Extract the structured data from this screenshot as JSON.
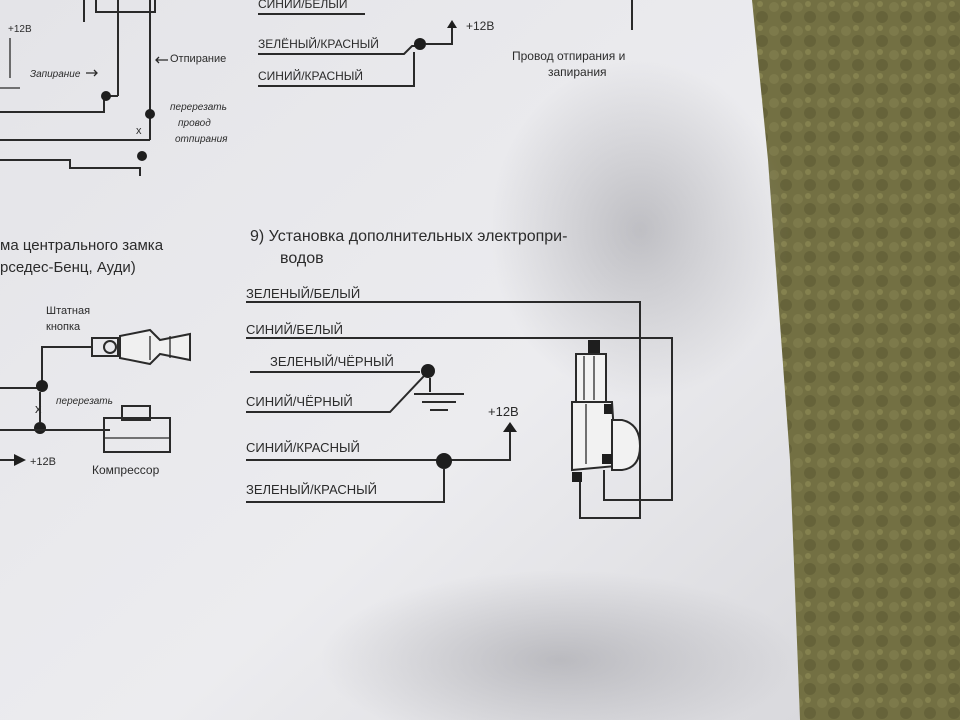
{
  "background": {
    "table_color": "#72703f",
    "paper_color": "#e9e9ec",
    "shadow_color": "#bdbdc2"
  },
  "top_diagram": {
    "left_labels": {
      "plus12": "+12В",
      "zapiranie": "Запирание",
      "otpiranie": "Отпирание",
      "cut_line1": "перерезать",
      "cut_line2": "провод",
      "cut_line3": "отпирания"
    },
    "wires": {
      "siniy_beliy": "СИНИЙ/БЕЛЫЙ",
      "zeleniy_krasniy": "ЗЕЛЁНЫЙ/КРАСНЫЙ",
      "siniy_krasniy": "СИНИЙ/КРАСНЫЙ"
    },
    "power_label": "+12В",
    "note_line1": "Провод отпирания и",
    "note_line2": "запирания"
  },
  "left_section": {
    "title_line1": "ма центрального замка",
    "title_line2": "рседес-Бенц, Ауди)",
    "button_line1": "Штатная",
    "button_line2": "кнопка",
    "cut_label": "перерезать",
    "power_label": "+12В",
    "compressor_label": "Компрессор"
  },
  "section9": {
    "heading_line1": "9) Установка дополнительных электропри-",
    "heading_line2": "водов",
    "wires": {
      "zeleniy_beliy": "ЗЕЛЕНЫЙ/БЕЛЫЙ",
      "siniy_beliy": "СИНИЙ/БЕЛЫЙ",
      "zeleniy_cherniy": "ЗЕЛЕНЫЙ/ЧЁРНЫЙ",
      "siniy_cherniy": "СИНИЙ/ЧЁРНЫЙ",
      "siniy_krasniy": "СИНИЙ/КРАСНЫЙ",
      "zeleniy_krasniy": "ЗЕЛЕНЫЙ/КРАСНЫЙ"
    },
    "power_label": "+12В"
  }
}
